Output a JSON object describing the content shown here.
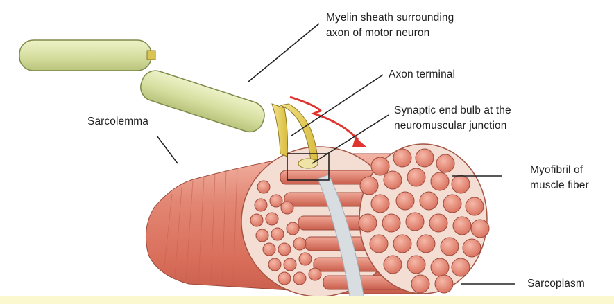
{
  "labels": {
    "myelin_line1": "Myelin sheath surrounding",
    "myelin_line2": "axon of motor neuron",
    "axon_terminal": "Axon terminal",
    "synaptic_line1": "Synaptic end bulb at the",
    "synaptic_line2": "neuromuscular junction",
    "sarcolemma": "Sarcolemma",
    "myofibril_line1": "Myofibril of",
    "myofibril_line2": "muscle fiber",
    "sarcoplasm": "Sarcoplasm"
  },
  "colors": {
    "myelin_fill": "#d8e0a6",
    "axon_fill": "#e8d266",
    "muscle_fill": "#e0826e",
    "myofibril_fill": "#ea9582",
    "sarcoplasm_fill": "#f4ddd2",
    "signal_arrow": "#e0342e",
    "nerve_strip": "#d8dde2"
  }
}
